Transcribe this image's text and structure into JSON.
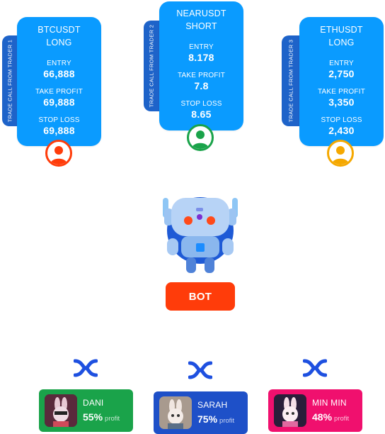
{
  "traders": [
    {
      "tab_label": "TRADE CALL FROM TRADER 1",
      "pair": "BTCUSDT",
      "side": "LONG",
      "entry_label": "ENTRY",
      "entry": "66,888",
      "tp_label": "TAKE PROFIT",
      "take_profit": "69,888",
      "sl_label": "STOP LOSS",
      "stop_loss": "69,888",
      "avatar_color": "#ff3c0a"
    },
    {
      "tab_label": "TRADE CALL FROM TRADER 2",
      "pair": "NEARUSDT",
      "side": "SHORT",
      "entry_label": "ENTRY",
      "entry": "8.178",
      "tp_label": "TAKE PROFIT",
      "take_profit": "7.8",
      "sl_label": "STOP LOSS",
      "stop_loss": "8.65",
      "avatar_color": "#1aa34a"
    },
    {
      "tab_label": "TRADE CALL FROM TRADER 3",
      "pair": "ETHUSDT",
      "side": "LONG",
      "entry_label": "ENTRY",
      "entry": "2,750",
      "tp_label": "TAKE PROFIT",
      "take_profit": "3,350",
      "sl_label": "STOP LOSS",
      "stop_loss": "2,430",
      "avatar_color": "#f5a800"
    }
  ],
  "bot": {
    "label": "BOT",
    "icon": "robot-icon"
  },
  "connector_icon": "cross-arrows-icon",
  "users": [
    {
      "name": "DANI",
      "percent": "55%",
      "profit_label": "profit",
      "bg": "#1aa34a"
    },
    {
      "name": "SARAH",
      "percent": "75%",
      "profit_label": "profit",
      "bg": "#1e50c8"
    },
    {
      "name": "MIN MIN",
      "percent": "48%",
      "profit_label": "profit",
      "bg": "#f0106e"
    }
  ],
  "colors": {
    "card": "#0a9bff",
    "tab": "#1e63c9",
    "bot_button": "#ff3c0a",
    "accent_blue": "#1e50e0"
  }
}
